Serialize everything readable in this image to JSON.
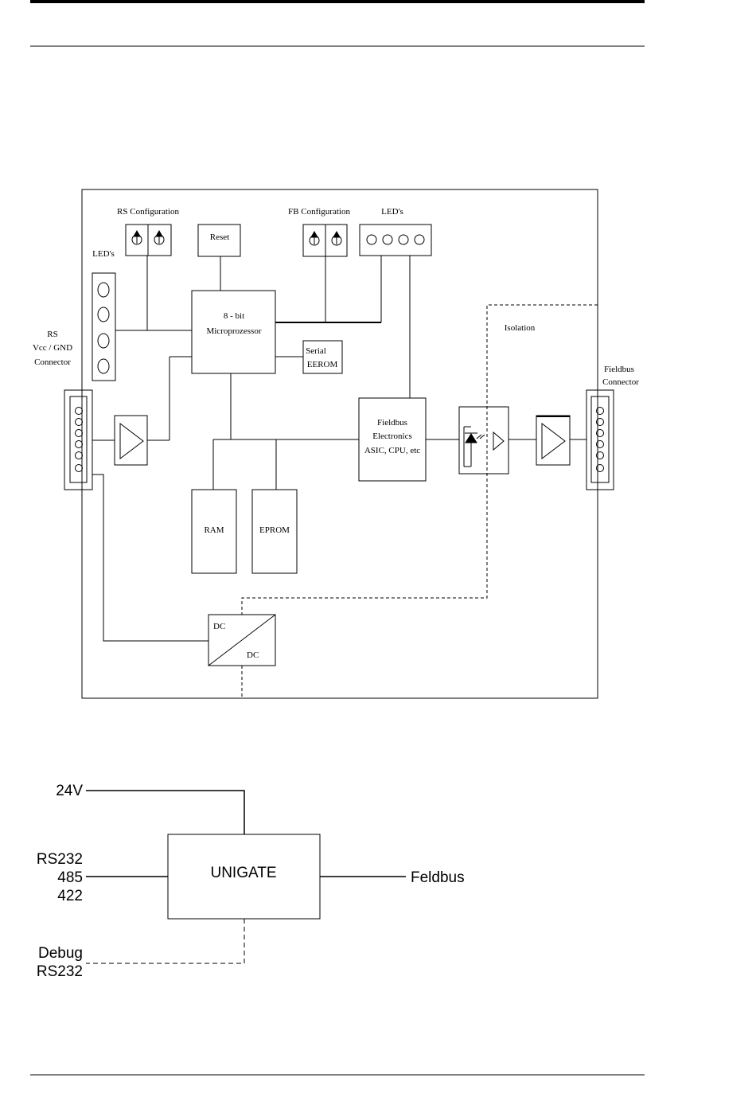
{
  "block_diagram": {
    "rs_configuration_label": "RS Configuration",
    "reset_label": "Reset",
    "fb_configuration_label": "FB Configuration",
    "leds_top_label": "LED's",
    "leds_left_label": "LED's",
    "microprocessor_line1": "8 - bit",
    "microprocessor_line2": "Microprozessor",
    "serial_eeprom_line1": "Serial",
    "serial_eeprom_line2": "EEROM",
    "rs_connector_line1": "RS",
    "rs_connector_line2": "Vcc / GND",
    "rs_connector_line3": "Connector",
    "isolation_label": "Isolation",
    "fieldbus_connector_line1": "Fieldbus",
    "fieldbus_connector_line2": "Connector",
    "fieldbus_electronics_line1": "Fieldbus",
    "fieldbus_electronics_line2": "Electronics",
    "fieldbus_electronics_line3": "ASIC, CPU, etc",
    "ram_label": "RAM",
    "eprom_label": "EPROM",
    "dc_in_label": "DC",
    "dc_out_label": "DC"
  },
  "overview_diagram": {
    "power_label": "24V",
    "unigate_label": "UNIGATE",
    "rs232_label": "RS232",
    "rs485_label": "485",
    "rs422_label": "422",
    "fieldbus_label": "Feldbus",
    "debug_label": "Debug",
    "debug_rs232_label": "RS232"
  }
}
